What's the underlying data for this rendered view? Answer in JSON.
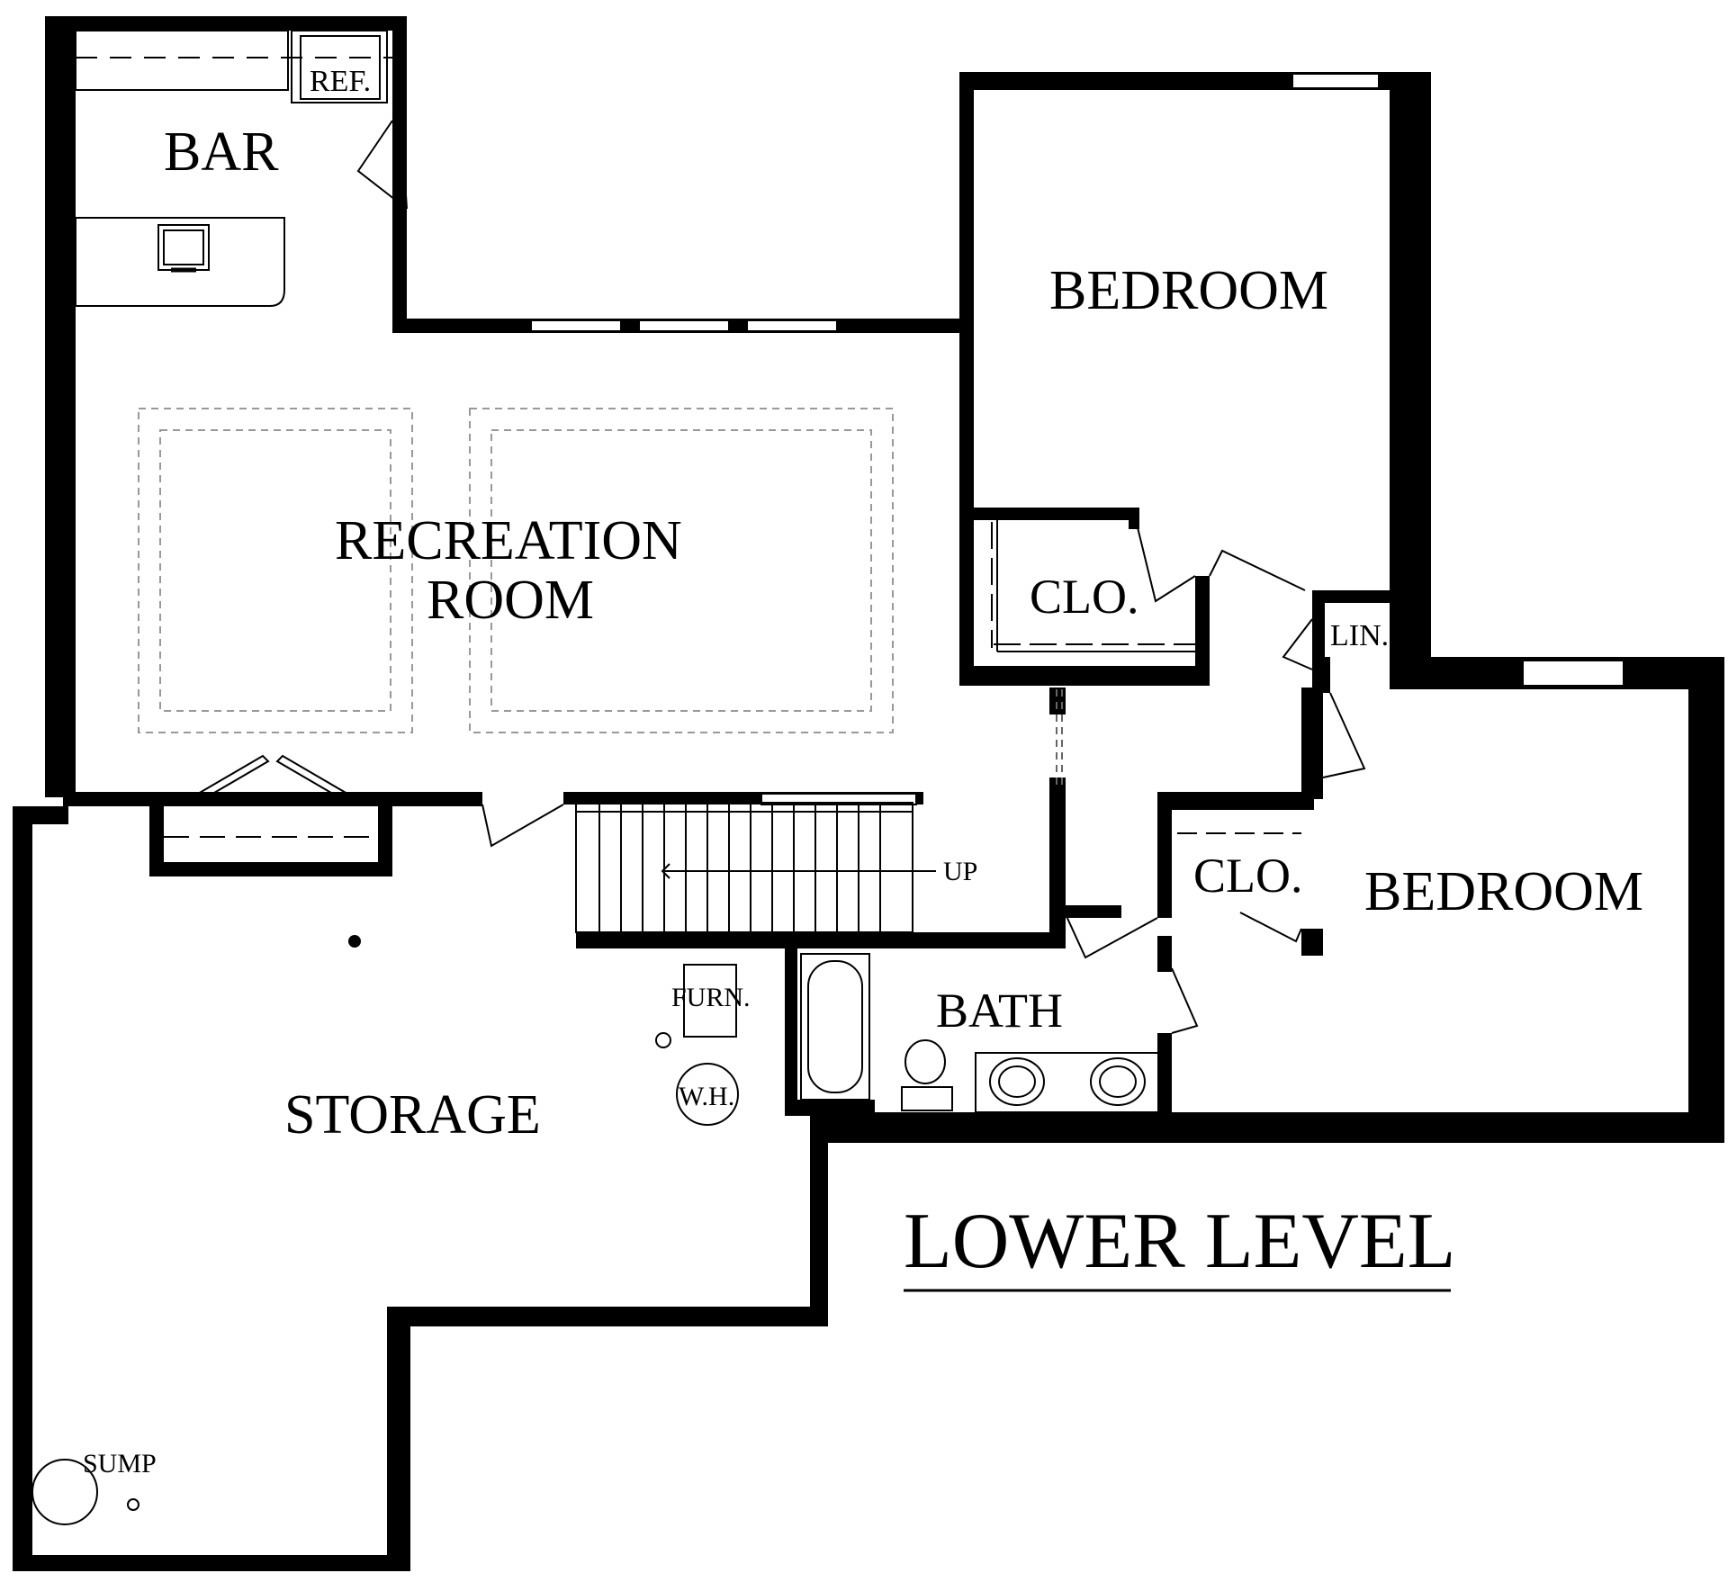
{
  "title": "LOWER LEVEL",
  "rooms": {
    "bar": "BAR",
    "ref": "REF.",
    "recreation_line1": "RECREATION",
    "recreation_line2": "ROOM",
    "bedroom_top": "BEDROOM",
    "closet_top": "CLO.",
    "linen": "LIN.",
    "bedroom_right": "BEDROOM",
    "closet_right": "CLO.",
    "bath": "BATH",
    "storage": "STORAGE",
    "furnace": "FURN.",
    "water_heater": "W.H.",
    "sump": "SUMP",
    "stairs": "UP"
  }
}
